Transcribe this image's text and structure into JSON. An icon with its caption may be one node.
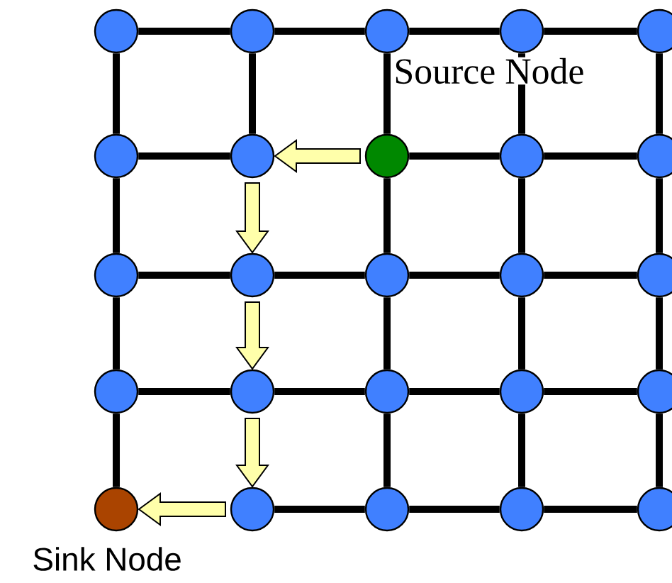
{
  "diagram": {
    "nodes": [
      {
        "text": [],
        "shape": "circle"
      },
      {
        "text": [],
        "shape": "circle"
      },
      {
        "text": [],
        "shape": "circle"
      },
      {
        "text": [],
        "shape": "circle"
      },
      {
        "text": [],
        "shape": "circle"
      },
      {
        "text": [],
        "shape": "circle"
      },
      {
        "text": [],
        "shape": "circle"
      },
      {
        "text": [],
        "shape": "circle"
      },
      {
        "text": [],
        "shape": "circle"
      },
      {
        "text": [],
        "shape": "circle"
      },
      {
        "text": [],
        "shape": "circle"
      },
      {
        "text": [],
        "shape": "circle"
      },
      {
        "text": [],
        "shape": "circle"
      },
      {
        "text": [],
        "shape": "circle"
      },
      {
        "text": [],
        "shape": "circle"
      },
      {
        "text": [],
        "shape": "circle"
      },
      {
        "text": [],
        "shape": "circle"
      },
      {
        "text": [],
        "shape": "circle"
      },
      {
        "text": [],
        "shape": "circle"
      },
      {
        "text": [],
        "shape": "circle"
      },
      {
        "text": [],
        "shape": "circle",
        "beside": [
          "Sink Node"
        ]
      },
      {
        "text": [],
        "shape": "circle"
      },
      {
        "text": [],
        "shape": "circle"
      },
      {
        "text": [],
        "shape": "circle"
      },
      {
        "text": [],
        "shape": "circle"
      }
    ],
    "edges": [
      {
        "from": 0,
        "to": 1,
        "arrow": "none"
      },
      {
        "from": 1,
        "to": 2,
        "arrow": "none"
      },
      {
        "from": 2,
        "to": 3,
        "arrow": "none"
      },
      {
        "from": 3,
        "to": 4,
        "arrow": "none"
      },
      {
        "from": 5,
        "to": 6,
        "arrow": "none"
      },
      {
        "from": 7,
        "to": 8,
        "arrow": "none"
      },
      {
        "from": 8,
        "to": 9,
        "arrow": "none"
      },
      {
        "from": 10,
        "to": 11,
        "arrow": "none"
      },
      {
        "from": 11,
        "to": 12,
        "arrow": "none"
      },
      {
        "from": 12,
        "to": 13,
        "arrow": "none"
      },
      {
        "from": 13,
        "to": 14,
        "arrow": "none"
      },
      {
        "from": 15,
        "to": 16,
        "arrow": "none"
      },
      {
        "from": 16,
        "to": 17,
        "arrow": "none"
      },
      {
        "from": 17,
        "to": 18,
        "arrow": "none"
      },
      {
        "from": 18,
        "to": 19,
        "arrow": "none"
      },
      {
        "from": 21,
        "to": 22,
        "arrow": "none"
      },
      {
        "from": 22,
        "to": 23,
        "arrow": "none"
      },
      {
        "from": 23,
        "to": 24,
        "arrow": "none"
      },
      {
        "from": 0,
        "to": 5,
        "arrow": "none"
      },
      {
        "from": 5,
        "to": 10,
        "arrow": "none"
      },
      {
        "from": 10,
        "to": 15,
        "arrow": "none"
      },
      {
        "from": 15,
        "to": 20,
        "arrow": "none"
      },
      {
        "from": 1,
        "to": 6,
        "arrow": "none"
      },
      {
        "from": 2,
        "to": 7,
        "arrow": "none"
      },
      {
        "from": 7,
        "to": 12,
        "arrow": "none"
      },
      {
        "from": 12,
        "to": 17,
        "arrow": "none"
      },
      {
        "from": 17,
        "to": 22,
        "arrow": "none"
      },
      {
        "from": 3,
        "to": 8,
        "arrow": "none"
      },
      {
        "from": 8,
        "to": 13,
        "arrow": "none"
      },
      {
        "from": 13,
        "to": 18,
        "arrow": "none"
      },
      {
        "from": 18,
        "to": 23,
        "arrow": "none"
      },
      {
        "from": 4,
        "to": 9,
        "arrow": "none"
      },
      {
        "from": 9,
        "to": 14,
        "arrow": "none"
      },
      {
        "from": 14,
        "to": 19,
        "arrow": "none"
      },
      {
        "from": 19,
        "to": 24,
        "arrow": "none"
      },
      {
        "from": 7,
        "to": 6,
        "arrow": "to",
        "style": "thick",
        "color": "#ffffaa"
      },
      {
        "from": 6,
        "to": 11,
        "arrow": "to",
        "style": "thick",
        "color": "#ffffaa"
      },
      {
        "from": 11,
        "to": 16,
        "arrow": "to",
        "style": "thick",
        "color": "#ffffaa"
      },
      {
        "from": 16,
        "to": 21,
        "arrow": "to",
        "style": "thick",
        "color": "#ffffaa"
      },
      {
        "from": 21,
        "to": 20,
        "arrow": "to",
        "style": "thick",
        "color": "#ffffaa"
      }
    ],
    "labels": [
      "Source Node"
    ]
  }
}
